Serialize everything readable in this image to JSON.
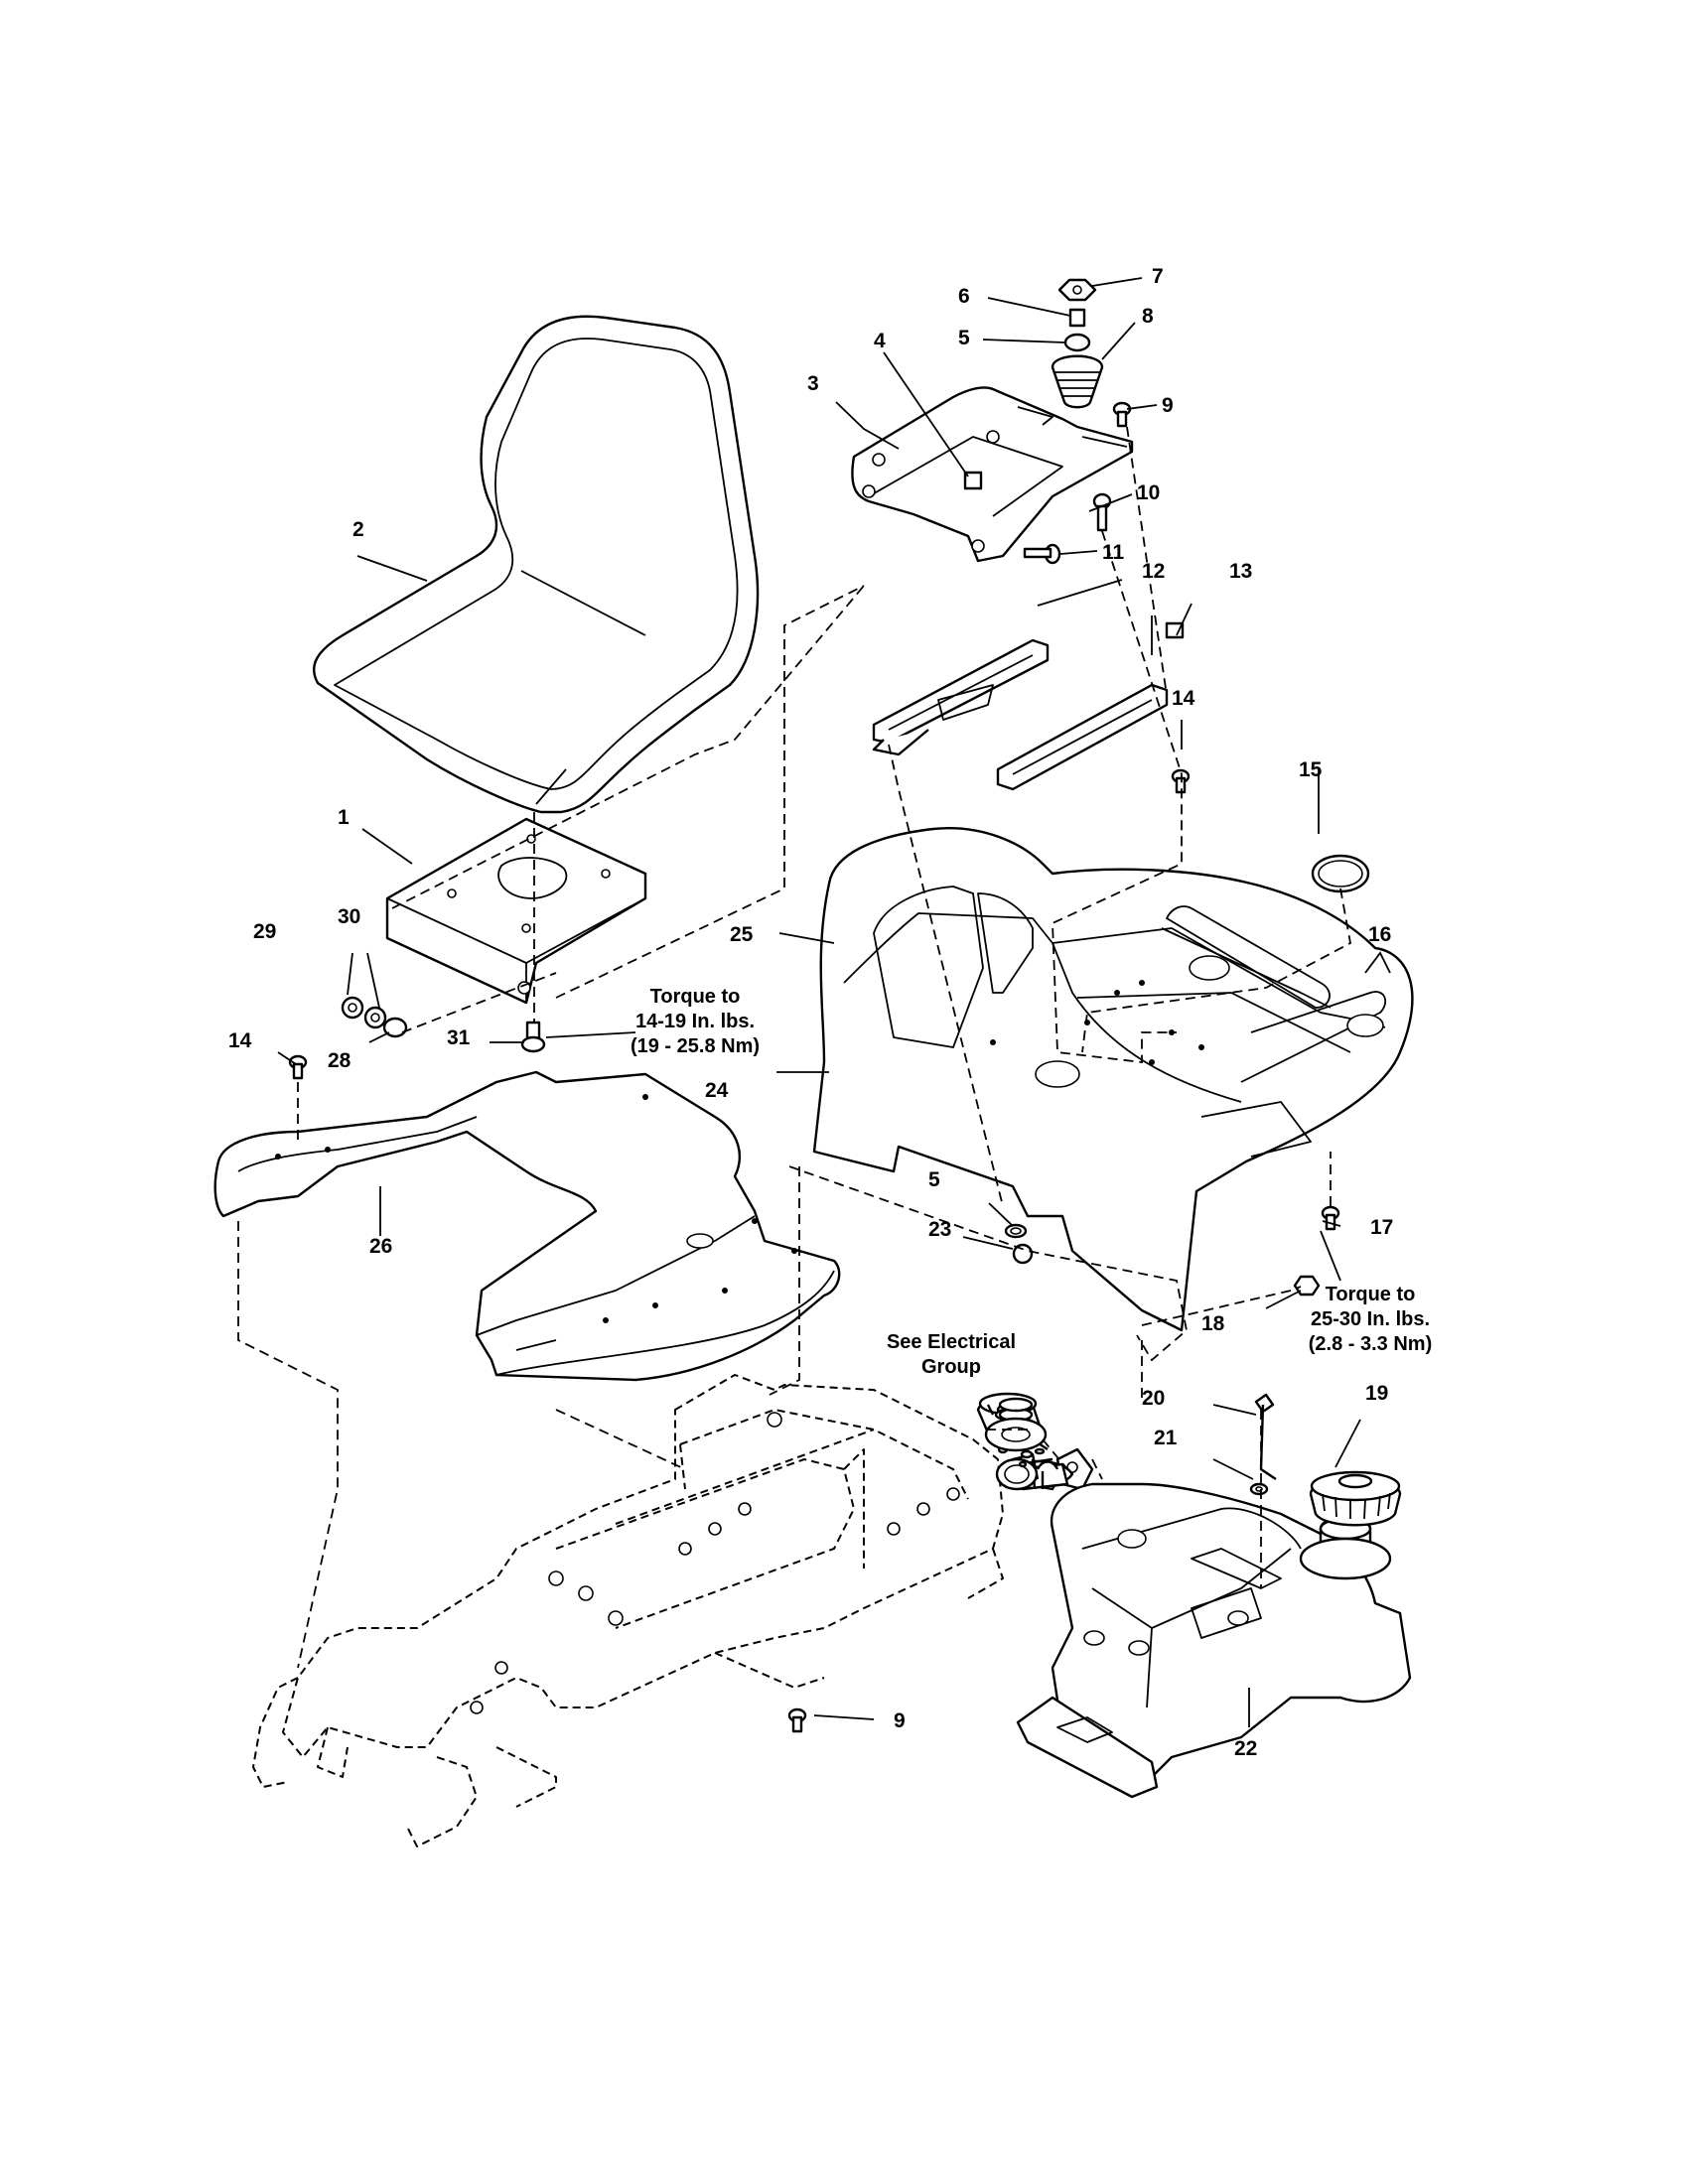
{
  "callouts": {
    "p1": "1",
    "p2": "2",
    "p3": "3",
    "p4": "4",
    "p5a": "5",
    "p5b": "5",
    "p6": "6",
    "p7": "7",
    "p8": "8",
    "p9a": "9",
    "p9b": "9",
    "p10": "10",
    "p11": "11",
    "p12": "12",
    "p13": "13",
    "p14a": "14",
    "p14b": "14",
    "p15": "15",
    "p16": "16",
    "p17": "17",
    "p18": "18",
    "p19": "19",
    "p20": "20",
    "p21": "21",
    "p22": "22",
    "p23": "23",
    "p24": "24",
    "p25": "25",
    "p26": "26",
    "p28": "28",
    "p29": "29",
    "p30": "30",
    "p31": "31"
  },
  "notes": {
    "torque_seat": [
      "Torque to",
      "14-19 In. lbs.",
      "(19 - 25.8 Nm)"
    ],
    "torque_fender": [
      "Torque to",
      "25-30 In. lbs.",
      "(2.8 - 3.3 Nm)"
    ],
    "electrical": [
      "See Electrical",
      "Group"
    ]
  }
}
